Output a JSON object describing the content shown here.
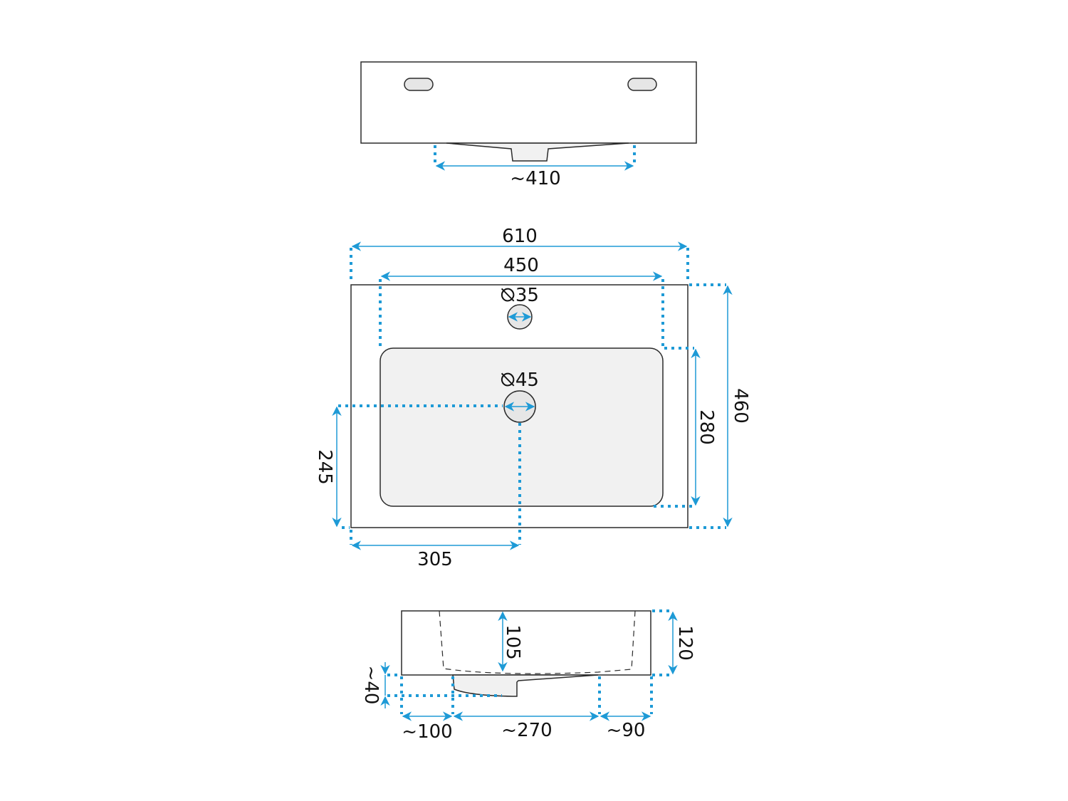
{
  "diagram": {
    "subject": "Rectangular washbasin – technical drawing",
    "colors": {
      "dimension": "#1e9ad6",
      "outline": "#2b2b2b",
      "basin_fill": "#f1f1f1"
    },
    "views": {
      "rear_view": {
        "labels": {
          "overflow_width": "~410"
        }
      },
      "top_view": {
        "labels": {
          "total_width": "610",
          "basin_width": "450",
          "tap_hole": "⦰35",
          "drain_hole": "⦰45",
          "total_depth": "460",
          "basin_depth": "280",
          "drain_from_front": "245",
          "drain_from_side": "305"
        }
      },
      "side_view": {
        "labels": {
          "basin_depth": "105",
          "total_height": "120",
          "drain_drop": "~40",
          "rear_offset": "~100",
          "drain_span": "~270",
          "front_offset": "~90"
        }
      }
    }
  }
}
